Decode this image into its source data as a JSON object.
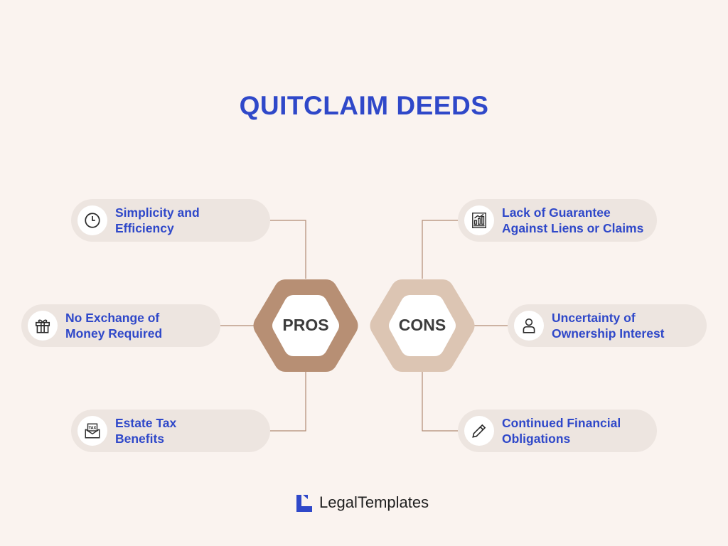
{
  "title": "QUITCLAIM DEEDS",
  "center": {
    "pros_label": "PROS",
    "cons_label": "CONS"
  },
  "pros": [
    {
      "line1": "Simplicity and",
      "line2": "Efficiency",
      "icon": "clock-icon"
    },
    {
      "line1": "No Exchange of",
      "line2": "Money Required",
      "icon": "gift-icon"
    },
    {
      "line1": "Estate Tax",
      "line2": "Benefits",
      "icon": "tax-document-icon"
    }
  ],
  "cons": [
    {
      "line1": "Lack of Guarantee",
      "line2": "Against Liens or Claims",
      "icon": "liens-chart-icon"
    },
    {
      "line1": "Uncertainty of",
      "line2": "Ownership Interest",
      "icon": "person-icon"
    },
    {
      "line1": "Continued Financial",
      "line2": "Obligations",
      "icon": "pencil-icon"
    }
  ],
  "footer": {
    "brand": "LegalTemplates",
    "icon": "legaltemplates-logo-icon"
  },
  "colors": {
    "background": "#faf3ef",
    "title": "#2f48c9",
    "pill": "#ede5e0",
    "pros_hex": "#b78f74",
    "cons_hex": "#dcc5b3",
    "connector": "#b08a74"
  }
}
